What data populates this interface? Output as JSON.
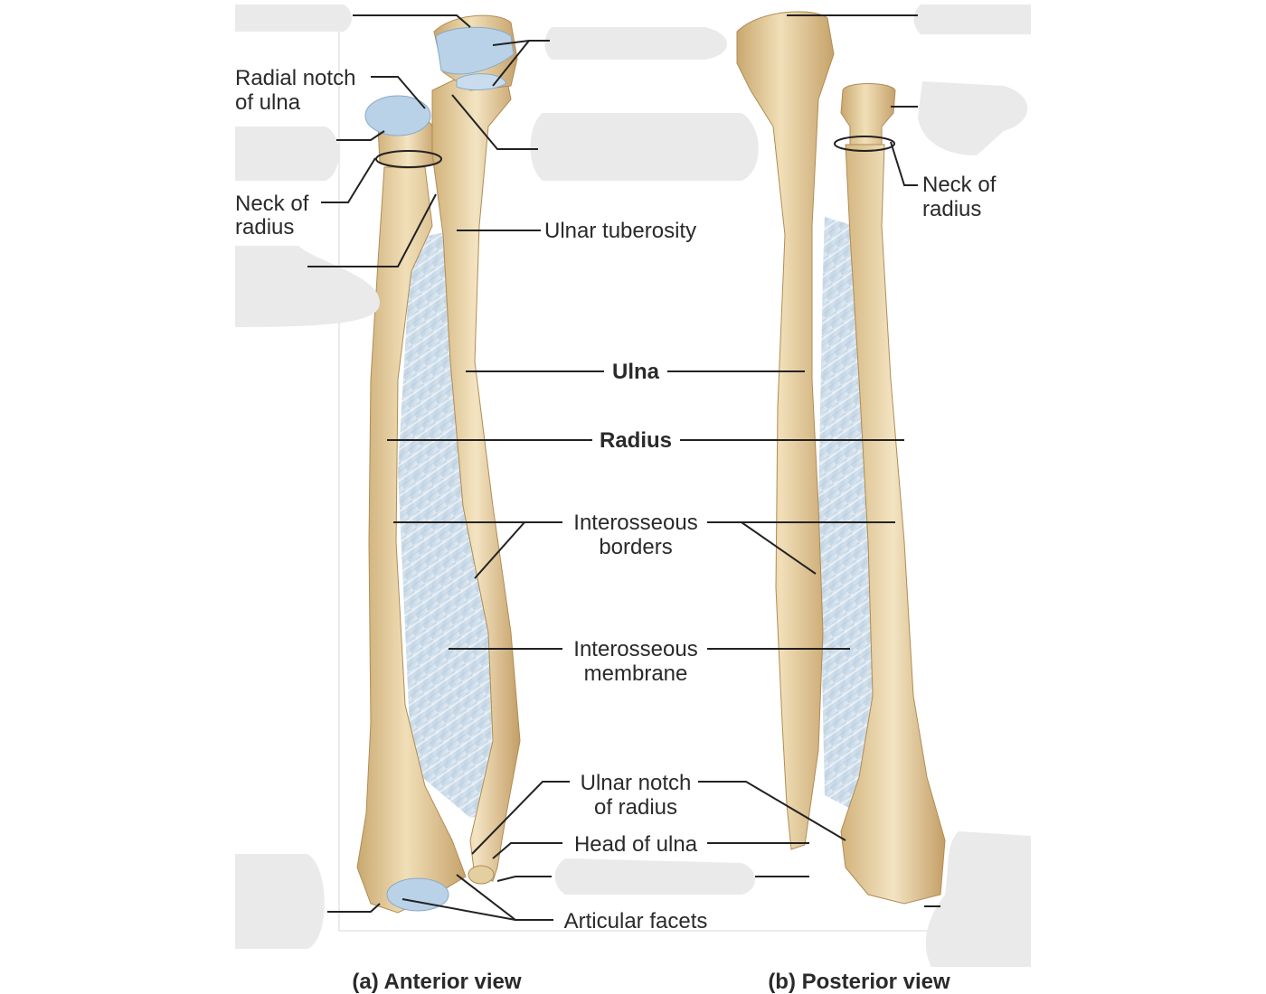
{
  "figure": {
    "views": [
      {
        "caption": "(a) Anterior view"
      },
      {
        "caption": "(b) Posterior view"
      }
    ]
  },
  "labels": {
    "radial_notch": [
      "Radial notch",
      "of ulna"
    ],
    "neck_radius_a": [
      "Neck of",
      "radius"
    ],
    "neck_radius_b": [
      "Neck of",
      "radius"
    ],
    "ulnar_tuberosity": "Ulnar tuberosity",
    "ulna": "Ulna",
    "radius": "Radius",
    "interosseous_borders": [
      "Interosseous",
      "borders"
    ],
    "interosseous_membrane": [
      "Interosseous",
      "membrane"
    ],
    "ulnar_notch": [
      "Ulnar notch",
      "of radius"
    ],
    "head_of_ulna": "Head of ulna",
    "articular_facets": "Articular facets"
  },
  "colors": {
    "bone": "#e9d3a5",
    "bone_shade": "#c9a86f",
    "cartilage": "#b9d2e8",
    "membrane": "#d5e3ee",
    "hidden_label": "#eaeaea"
  }
}
